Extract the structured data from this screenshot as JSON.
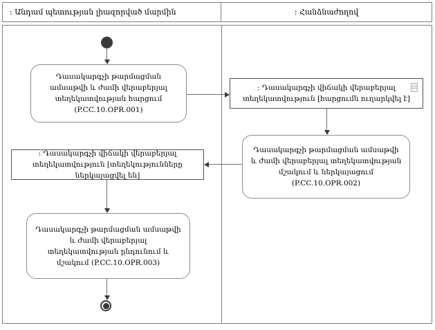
{
  "diagram": {
    "type": "uml-activity-swimlane",
    "swimlanes": [
      {
        "id": "authorized-body",
        "title": ": Անդամ պետության լիազորված մարմին"
      },
      {
        "id": "commission",
        "title": ": Հանձնաժողով"
      }
    ],
    "nodes": {
      "start": {
        "type": "initial-node"
      },
      "action1": {
        "type": "action",
        "lane": "authorized-body",
        "label": "Դասակարգչի թարմացման ամսաթվի և ժամի վերաբերյալ տեղեկատվության հարցում (P.CC.10.OPR.001)"
      },
      "object_request_sent": {
        "type": "object-node",
        "lane": "commission",
        "label": ": Դասակարգչի վիճակի վերաբերյալ տեղեկատվություն [հարցումն ուղարկվել է]"
      },
      "action2": {
        "type": "action",
        "lane": "commission",
        "label": "Դասակարգչի թարմացման ամսաթվի և ժամի վերաբերյալ տեղեկատվության մշակում և ներկայացում (P.CC.10.OPR.002)"
      },
      "object_info_presented": {
        "type": "object-node",
        "lane": "authorized-body",
        "label": ": Դասակարգչի վիճակի վերաբերյալ տեղեկատվություն [տեղեկությունները ներկայացվել են]"
      },
      "action3": {
        "type": "action",
        "lane": "authorized-body",
        "label": "Դասակարգչի թարմացման ամսաթվի և ժամի վերաբերյալ տեղեկատվության ընդունում և մշակում (P.CC.10.OPR.003)"
      },
      "end": {
        "type": "activity-final-node"
      }
    },
    "edges": [
      "start -> action1",
      "action1 -> object_request_sent",
      "object_request_sent -> action2",
      "action2 -> object_info_presented",
      "object_info_presented -> action3",
      "action3 -> end"
    ],
    "colors": {
      "background": "#ffffff",
      "frame_border": "#7f7f7f",
      "action_border": "#8c8c8c",
      "object_border": "#4f4f4f",
      "edge_line": "#6e6e6e",
      "node_fill": "#3a3a3a",
      "text": "#000000"
    }
  }
}
